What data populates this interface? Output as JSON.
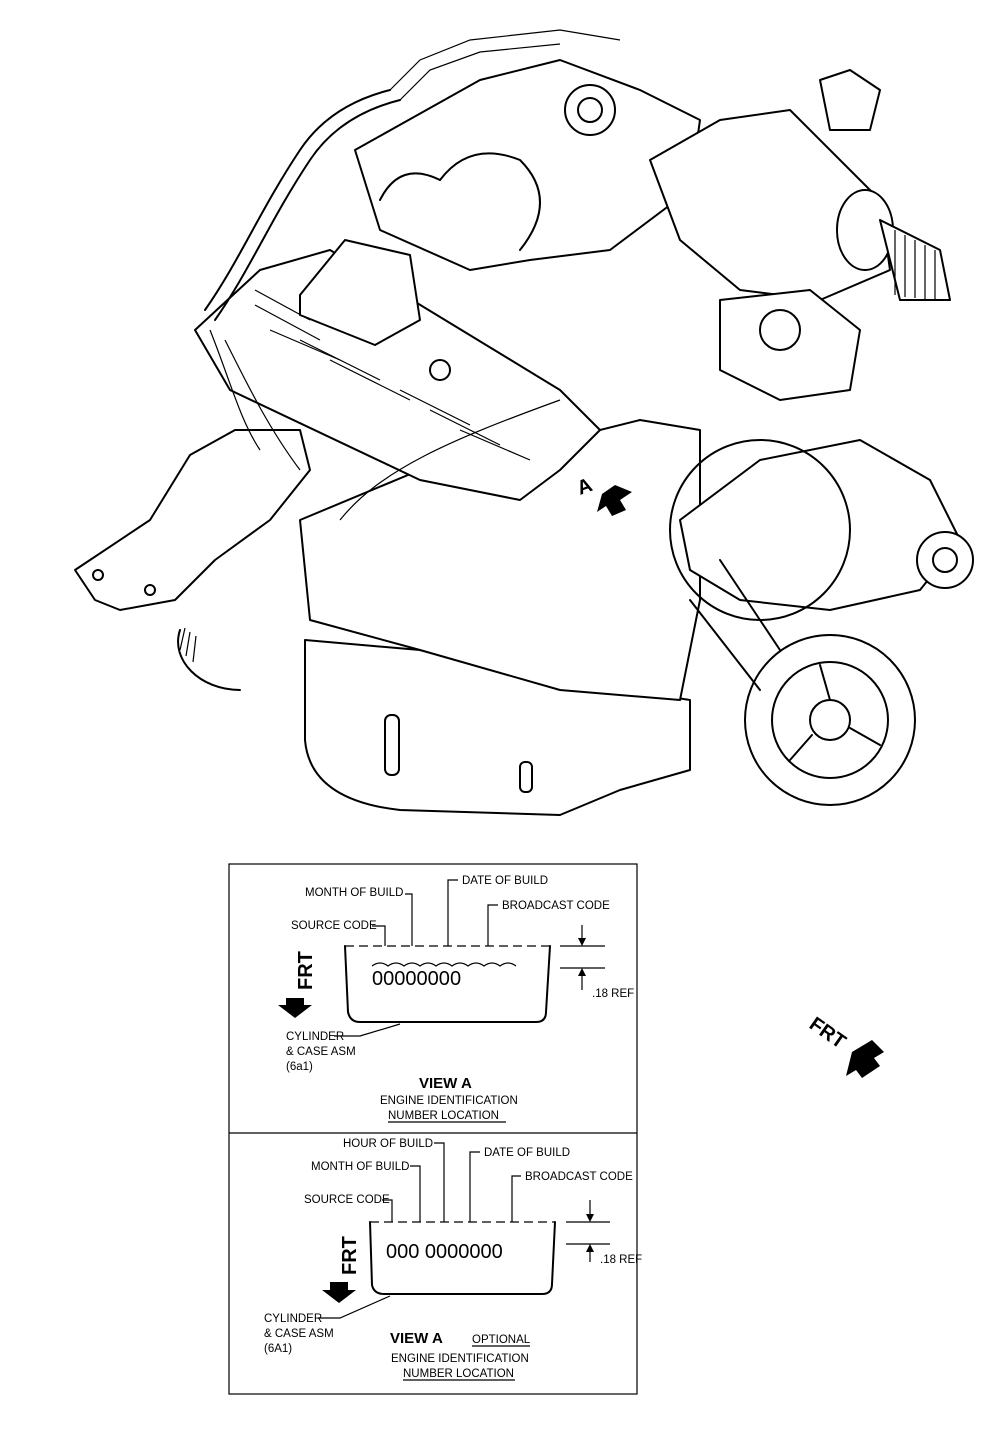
{
  "engine_view": {
    "view_marker": "A",
    "front_label": "FRT"
  },
  "view_a_standard": {
    "labels": {
      "month_of_build": "MONTH OF BUILD",
      "date_of_build": "DATE OF BUILD",
      "source_code": "SOURCE CODE",
      "broadcast_code": "BROADCAST CODE",
      "ref_dimension": ".18 REF",
      "front": "FRT",
      "cylinder_line1": "CYLINDER",
      "cylinder_line2": "& CASE ASM",
      "cylinder_line3": "(6a1)"
    },
    "title": "VIEW A",
    "caption_line1": "ENGINE IDENTIFICATION",
    "caption_line2": "NUMBER LOCATION"
  },
  "view_a_optional": {
    "labels": {
      "hour_of_build": "HOUR OF BUILD",
      "date_of_build": "DATE OF BUILD",
      "month_of_build": "MONTH OF BUILD",
      "broadcast_code": "BROADCAST CODE",
      "source_code": "SOURCE CODE",
      "ref_dimension": ".18 REF",
      "front": "FRT",
      "cylinder_line1": "CYLINDER",
      "cylinder_line2": "& CASE ASM",
      "cylinder_line3": "(6A1)"
    },
    "title": "VIEW A",
    "title_suffix": "OPTIONAL",
    "caption_line1": "ENGINE IDENTIFICATION",
    "caption_line2": "NUMBER LOCATION"
  },
  "page_front_label": "FRT"
}
